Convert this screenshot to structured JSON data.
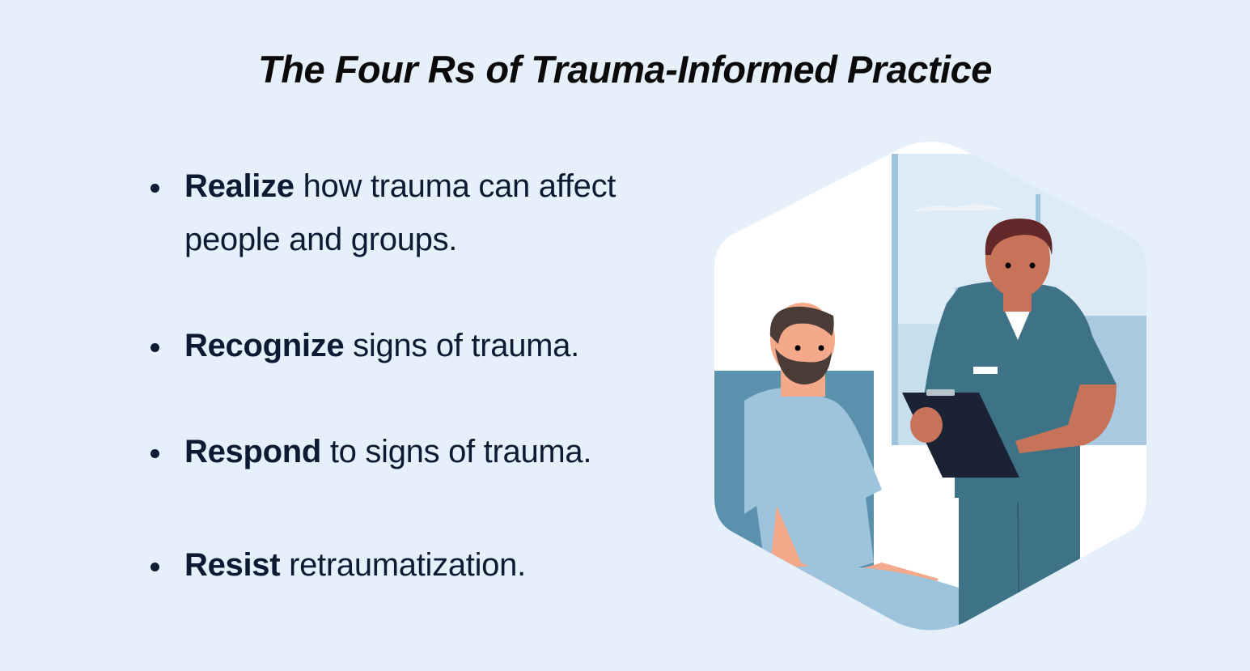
{
  "title": "The Four Rs of Trauma-Informed Practice",
  "bullets": [
    {
      "bold": "Realize",
      "rest": " how trauma can affect people and groups."
    },
    {
      "bold": "Recognize",
      "rest": " signs of trauma."
    },
    {
      "bold": "Respond",
      "rest": " to signs of trauma."
    },
    {
      "bold": "Resist",
      "rest": " retraumatization."
    }
  ],
  "illustration": {
    "description": "Nurse in teal scrubs holding a clipboard talking with a seated bearded patient in a light blue gown, inside a hexagon frame",
    "colors": {
      "background": "#e6f0fa",
      "wall": "#ffffff",
      "window": "#dcebf5",
      "scrubs": "#3d7287",
      "gown": "#9ec3dc",
      "chair": "#5a91ad",
      "clipboard": "#1b2233"
    }
  }
}
